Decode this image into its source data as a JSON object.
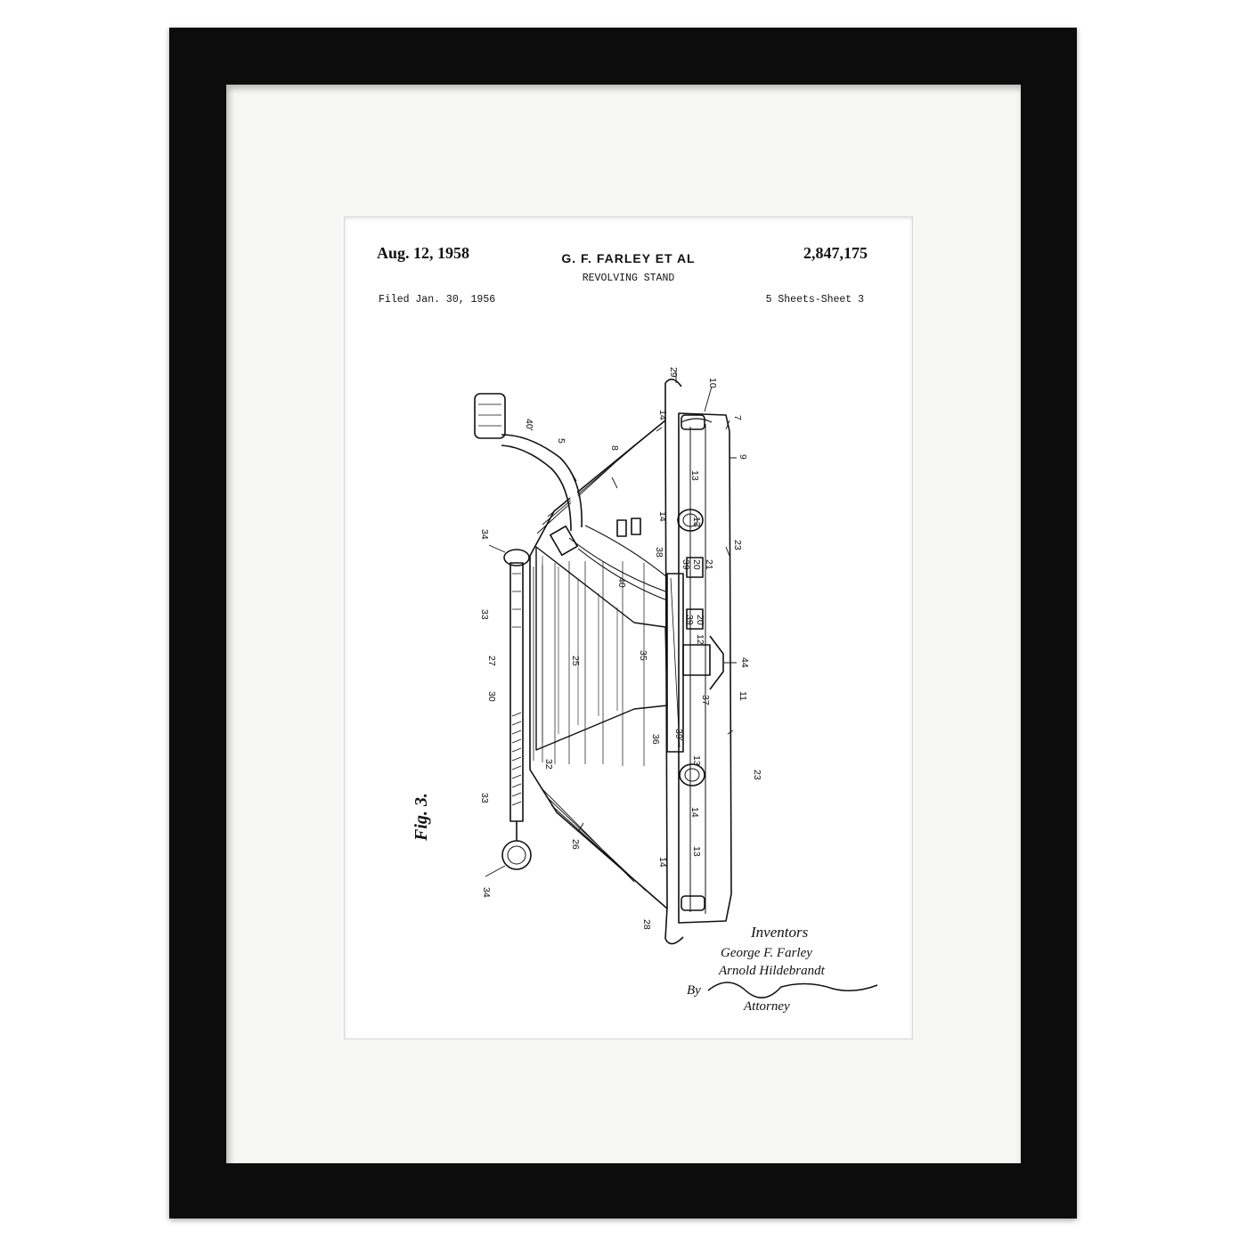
{
  "patent": {
    "date": "Aug. 12, 1958",
    "inventors_header": "G. F. FARLEY  ET AL",
    "title": "REVOLVING STAND",
    "number": "2,847,175",
    "filed": "Filed Jan. 30, 1956",
    "sheets": "5 Sheets-Sheet 3",
    "figure_label": "Fig. 3.",
    "signature": {
      "heading": "Inventors",
      "name1": "George F. Farley",
      "name2": "Arnold Hildebrandt",
      "by": "By",
      "attorney": "Attorney"
    },
    "reference_numbers": {
      "r29": "29",
      "r10": "10",
      "r7": "7",
      "r9": "9",
      "r40p": "40'",
      "r5": "5",
      "r8": "8",
      "r14a": "14",
      "r13a": "13",
      "r14b": "14",
      "r13b": "13",
      "r23a": "23",
      "r34a": "34",
      "r38": "38",
      "r39a": "39",
      "r20a": "20",
      "r21": "21",
      "r40": "40",
      "r39b": "39",
      "r20b": "20",
      "r12": "12",
      "r33a": "33",
      "r27": "27",
      "r25": "25",
      "r35": "35",
      "r44": "44",
      "r30": "30",
      "r37": "37",
      "r11": "11",
      "r36": "36",
      "r39c": "39'",
      "r13c": "13",
      "r23b": "23",
      "r32": "32",
      "r33b": "33",
      "r14c": "14",
      "r26": "26",
      "r14d": "14",
      "r13d": "13",
      "r34b": "34",
      "r28": "28"
    }
  }
}
